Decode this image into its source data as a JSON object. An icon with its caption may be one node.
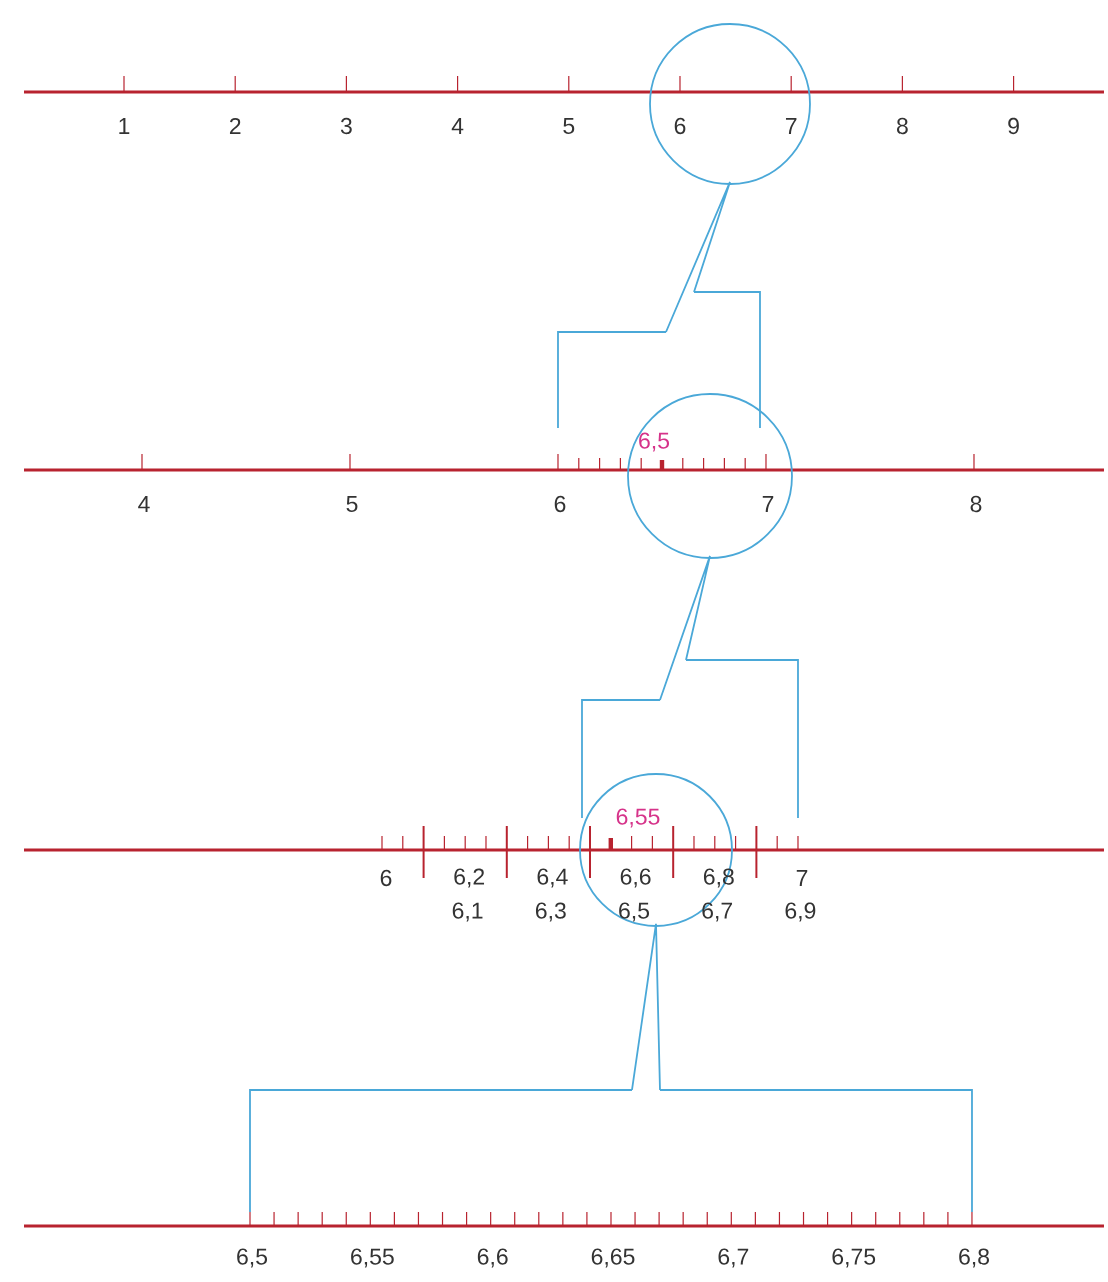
{
  "diagram": {
    "nodes": [
      {
        "text": [],
        "shape": "circle"
      },
      {
        "text": [],
        "shape": "bracket"
      },
      {
        "text": [],
        "shape": "circle"
      },
      {
        "text": [],
        "shape": "bracket"
      },
      {
        "text": [],
        "shape": "circle"
      },
      {
        "text": [],
        "shape": "bracket"
      }
    ],
    "edges": [
      {
        "from": 0,
        "to": 1,
        "arrow": "none"
      },
      {
        "from": 2,
        "to": 3,
        "arrow": "none"
      },
      {
        "from": 4,
        "to": 5,
        "arrow": "none"
      }
    ],
    "labels": [
      "1",
      "2",
      "3",
      "4",
      "5",
      "6",
      "7",
      "8",
      "9",
      "6,5",
      "4",
      "5",
      "6",
      "7",
      "8",
      "6,55",
      "6",
      "6,2",
      "6,4",
      "6,6",
      "6,8",
      "7",
      "6,1",
      "6,3",
      "6,5",
      "6,7",
      "6,9",
      "6,5",
      "6,55",
      "6,6",
      "6,65",
      "6,7",
      "6,75",
      "6,8"
    ]
  }
}
